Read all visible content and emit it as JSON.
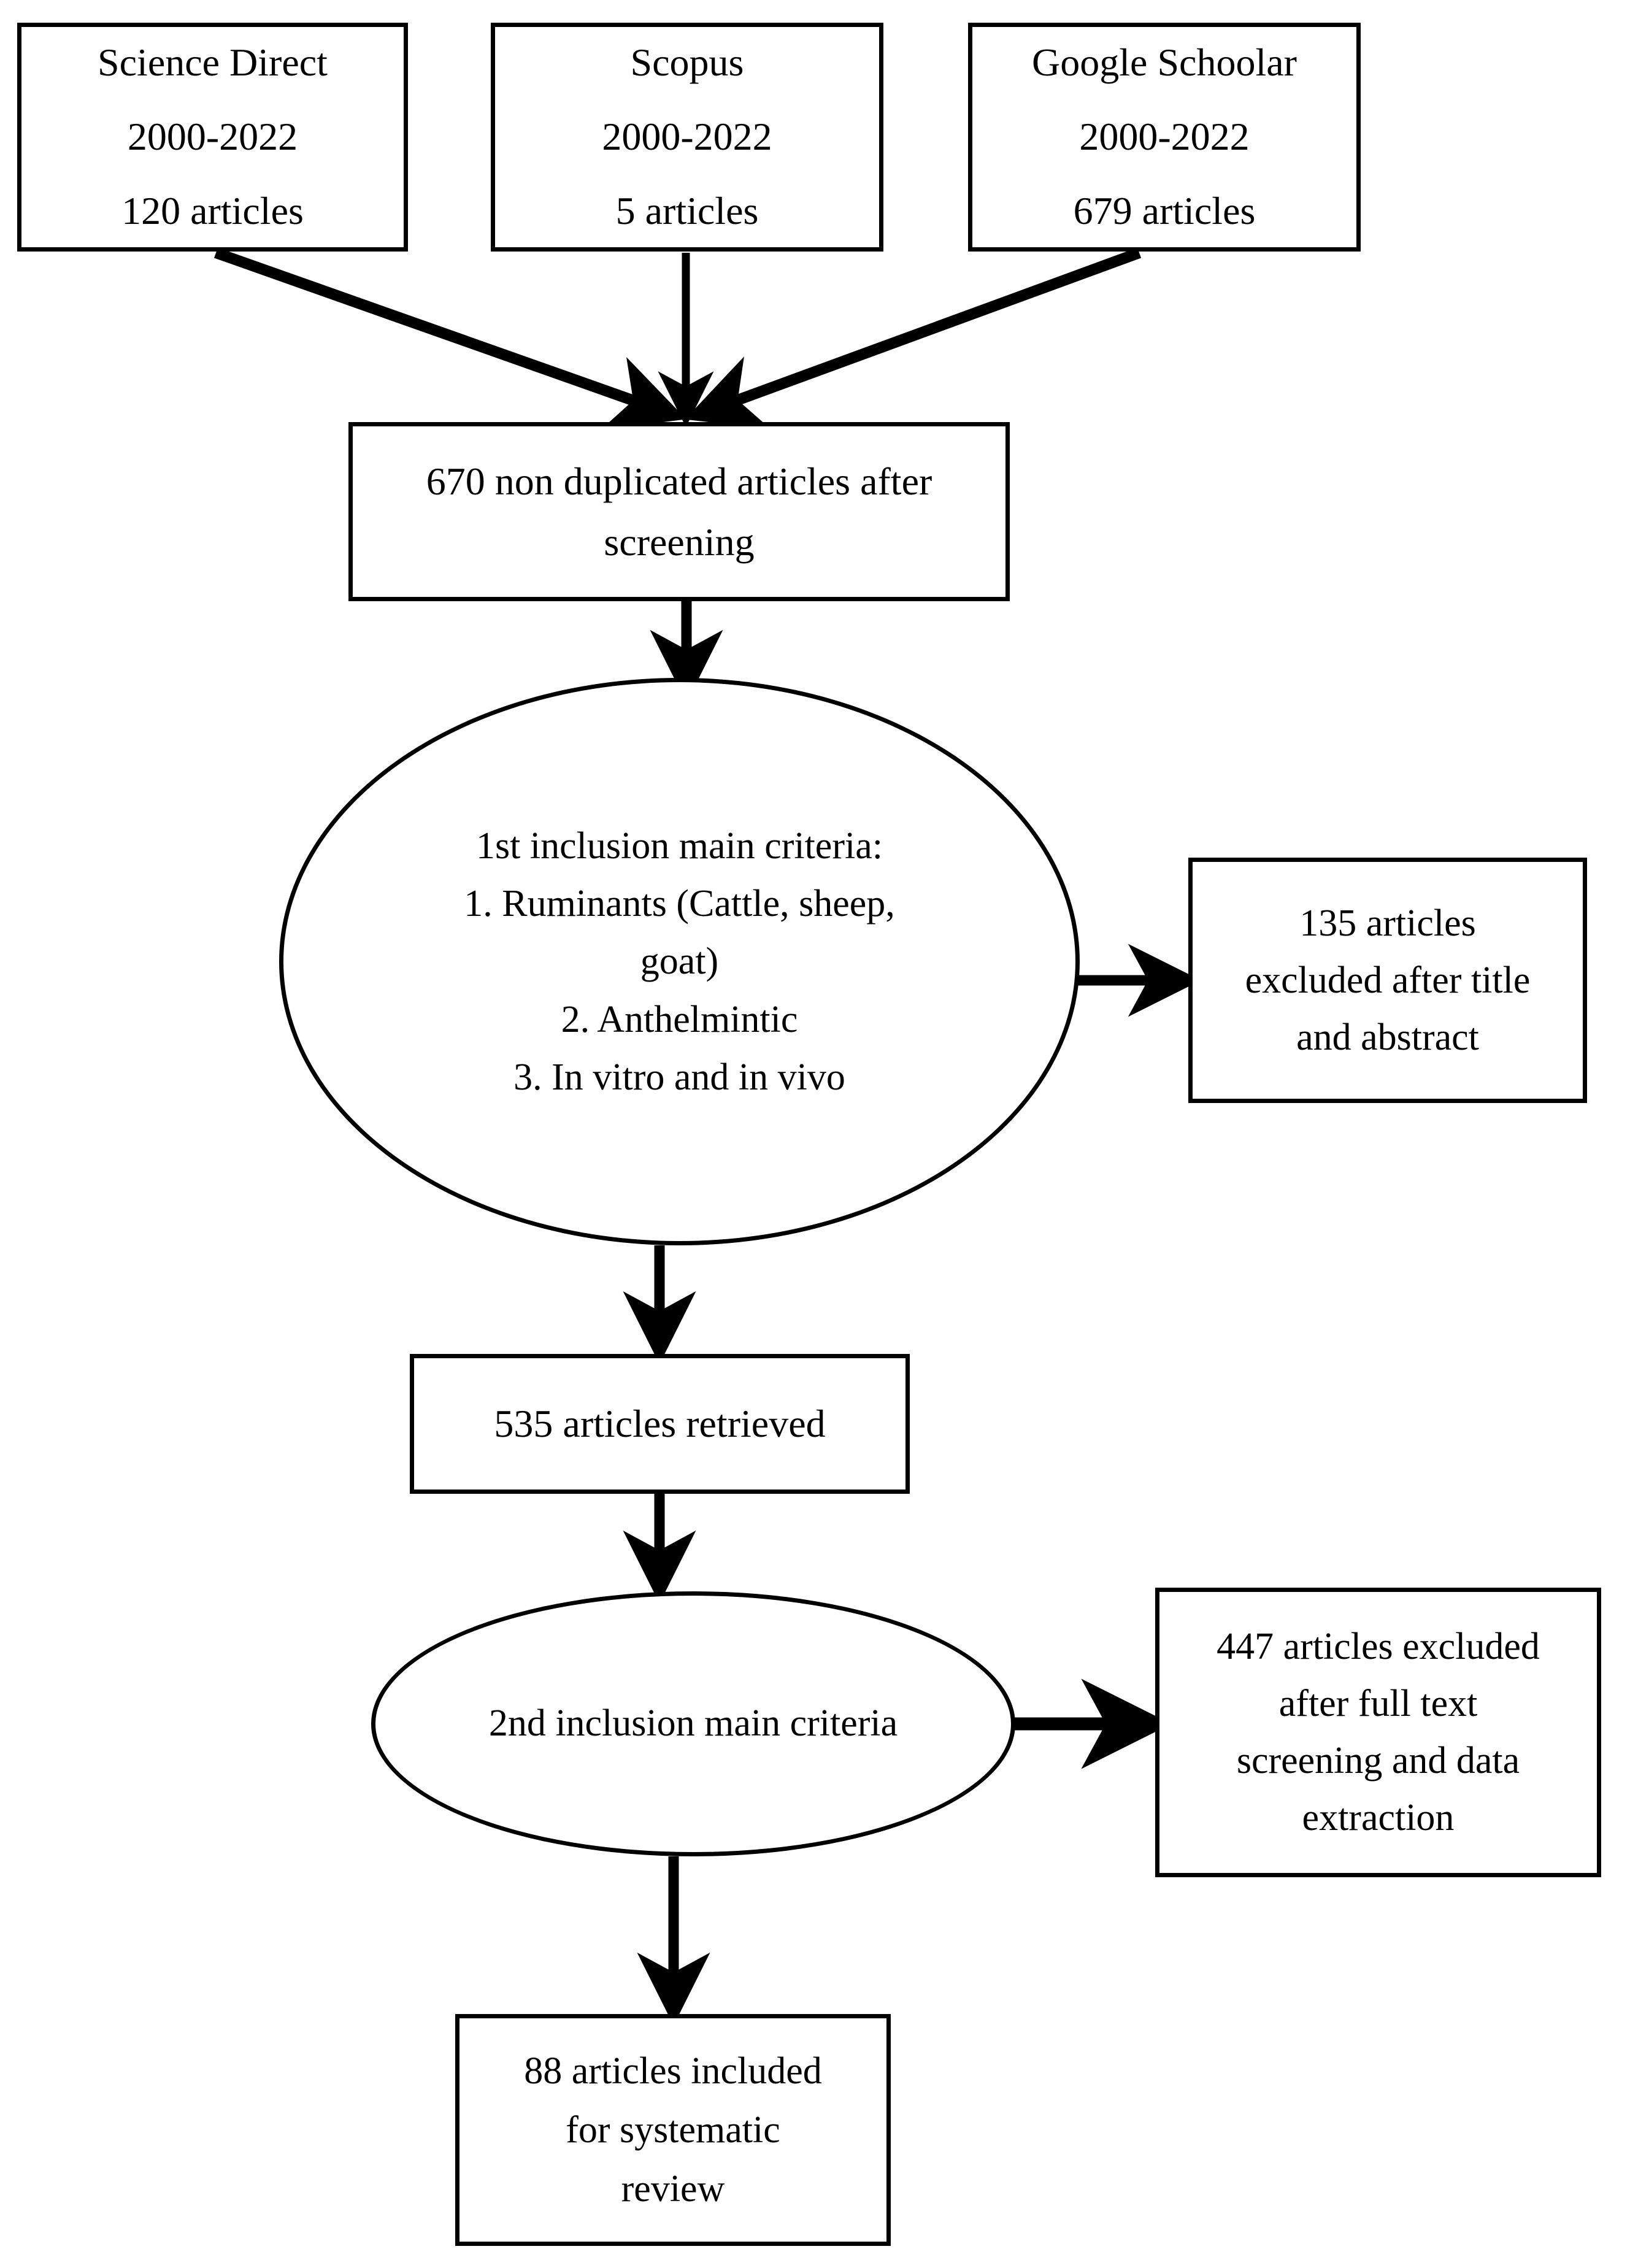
{
  "diagram": {
    "title": "Systematic review article selection flow diagram",
    "stroke_color": "#000000",
    "background_color": "#ffffff",
    "text_color": "#000000"
  },
  "sources": [
    {
      "name": "Science Direct",
      "years": "2000-2022",
      "count": "120 articles"
    },
    {
      "name": "Scopus",
      "years": "2000-2022",
      "count": "5 articles"
    },
    {
      "name": "Google Schoolar",
      "years": "2000-2022",
      "count": "679 articles"
    }
  ],
  "screening": {
    "line1": "670 non duplicated articles after",
    "line2": "screening"
  },
  "first_criteria": {
    "heading": "1st inclusion main criteria:",
    "item1_a": "1. Ruminants (Cattle, sheep,",
    "item1_b": "goat)",
    "item2": "2. Anthelmintic",
    "item3": "3. In vitro and in vivo"
  },
  "excluded_title_abstract": {
    "line1": "135 articles",
    "line2": "excluded after title",
    "line3": "and abstract"
  },
  "retrieved": {
    "label": "535 articles retrieved"
  },
  "second_criteria": {
    "label": "2nd inclusion main criteria"
  },
  "excluded_fulltext": {
    "line1": "447 articles excluded",
    "line2": "after full text",
    "line3": "screening and data",
    "line4": "extraction"
  },
  "included": {
    "line1": "88 articles included",
    "line2": "for systematic",
    "line3": "review"
  },
  "chart_data": {
    "type": "diagram",
    "title": "PRISMA-style literature selection flow",
    "nodes": [
      {
        "id": "science-direct",
        "shape": "rectangle",
        "text": "Science Direct / 2000-2022 / 120 articles",
        "value": 120
      },
      {
        "id": "scopus",
        "shape": "rectangle",
        "text": "Scopus / 2000-2022 / 5 articles",
        "value": 5
      },
      {
        "id": "google-schoolar",
        "shape": "rectangle",
        "text": "Google Schoolar / 2000-2022 / 679 articles",
        "value": 679
      },
      {
        "id": "non-duplicated",
        "shape": "rectangle",
        "text": "670 non duplicated articles after screening",
        "value": 670
      },
      {
        "id": "first-criteria",
        "shape": "ellipse",
        "text": "1st inclusion main criteria: 1. Ruminants (Cattle, sheep, goat) 2. Anthelmintic 3. In vitro and in vivo"
      },
      {
        "id": "excluded-title",
        "shape": "rectangle",
        "text": "135 articles excluded after title and abstract",
        "value": 135
      },
      {
        "id": "retrieved",
        "shape": "rectangle",
        "text": "535 articles retrieved",
        "value": 535
      },
      {
        "id": "second-criteria",
        "shape": "ellipse",
        "text": "2nd inclusion main criteria"
      },
      {
        "id": "excluded-full",
        "shape": "rectangle",
        "text": "447 articles excluded after full text screening and data extraction",
        "value": 447
      },
      {
        "id": "included",
        "shape": "rectangle",
        "text": "88 articles included for systematic review",
        "value": 88
      }
    ],
    "edges": [
      {
        "from": "science-direct",
        "to": "non-duplicated",
        "style": "arrow"
      },
      {
        "from": "scopus",
        "to": "non-duplicated",
        "style": "arrow"
      },
      {
        "from": "google-schoolar",
        "to": "non-duplicated",
        "style": "arrow"
      },
      {
        "from": "non-duplicated",
        "to": "first-criteria",
        "style": "arrow"
      },
      {
        "from": "first-criteria",
        "to": "excluded-title",
        "style": "arrow"
      },
      {
        "from": "first-criteria",
        "to": "retrieved",
        "style": "arrow"
      },
      {
        "from": "retrieved",
        "to": "second-criteria",
        "style": "arrow"
      },
      {
        "from": "second-criteria",
        "to": "excluded-full",
        "style": "arrow"
      },
      {
        "from": "second-criteria",
        "to": "included",
        "style": "arrow"
      }
    ]
  }
}
